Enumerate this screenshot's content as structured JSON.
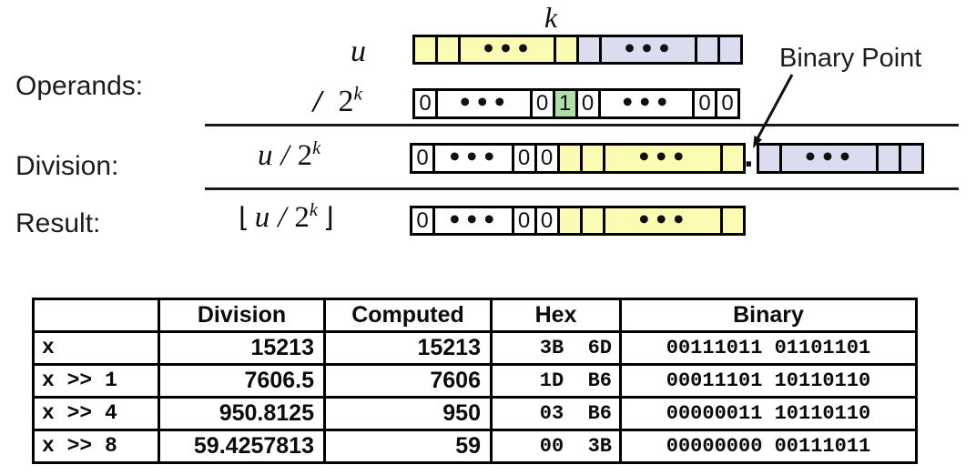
{
  "labels": {
    "operands": "Operands:",
    "division": "Division:",
    "result": "Result:"
  },
  "annotation": {
    "binary_point": "Binary Point"
  },
  "math": {
    "k": "k",
    "u": "u",
    "slash": "/",
    "base": "2",
    "exp": "k",
    "floor_l": "⌊",
    "floor_r": "⌋",
    "point": "."
  },
  "colors": {
    "yellow": "#FBFBB4",
    "lavender": "#DCDCF0",
    "green": "#AEDFA8",
    "border": "#000000"
  },
  "bit_rows": {
    "u": [
      {
        "color": "yellow",
        "text": ""
      },
      {
        "color": "yellow",
        "text": ""
      },
      {
        "color": "yellow",
        "text": "•••",
        "wide": true
      },
      {
        "color": "yellow",
        "text": ""
      },
      {
        "color": "purple",
        "text": ""
      },
      {
        "color": "purple",
        "text": "•••",
        "wide": true
      },
      {
        "color": "purple",
        "text": ""
      },
      {
        "color": "purple",
        "text": ""
      }
    ],
    "pow2k": [
      {
        "color": "white",
        "text": "0"
      },
      {
        "color": "white",
        "text": "•••",
        "wide": true
      },
      {
        "color": "white",
        "text": "0"
      },
      {
        "color": "green",
        "text": "1"
      },
      {
        "color": "white",
        "text": "0"
      },
      {
        "color": "white",
        "text": "•••",
        "wide": true
      },
      {
        "color": "white",
        "text": "0"
      },
      {
        "color": "white",
        "text": "0"
      }
    ],
    "quotient_int": [
      {
        "color": "white",
        "text": "0"
      },
      {
        "color": "white",
        "text": "•••",
        "wide": true
      },
      {
        "color": "white",
        "text": "0"
      },
      {
        "color": "white",
        "text": "0"
      },
      {
        "color": "yellow",
        "text": ""
      },
      {
        "color": "yellow",
        "text": ""
      },
      {
        "color": "yellow",
        "text": "•••",
        "wide": true
      },
      {
        "color": "yellow",
        "text": ""
      }
    ],
    "quotient_frac": [
      {
        "color": "purple",
        "text": ""
      },
      {
        "color": "purple",
        "text": "•••",
        "wide": true
      },
      {
        "color": "purple",
        "text": ""
      },
      {
        "color": "purple",
        "text": ""
      }
    ],
    "result": [
      {
        "color": "white",
        "text": "0"
      },
      {
        "color": "white",
        "text": "•••",
        "wide": true
      },
      {
        "color": "white",
        "text": "0"
      },
      {
        "color": "white",
        "text": "0"
      },
      {
        "color": "yellow",
        "text": ""
      },
      {
        "color": "yellow",
        "text": ""
      },
      {
        "color": "yellow",
        "text": "•••",
        "wide": true
      },
      {
        "color": "yellow",
        "text": ""
      }
    ]
  },
  "table": {
    "headers": [
      "",
      "Division",
      "Computed",
      "Hex",
      "Binary"
    ],
    "rows": [
      {
        "expr": "x",
        "division": "15213",
        "computed": "15213",
        "hex": "3B  6D",
        "binary": "00111011 01101101"
      },
      {
        "expr": "x >> 1",
        "division": "7606.5",
        "computed": "7606",
        "hex": "1D  B6",
        "binary": "00011101 10110110"
      },
      {
        "expr": "x >> 4",
        "division": "950.8125",
        "computed": "950",
        "hex": "03  B6",
        "binary": "00000011 10110110"
      },
      {
        "expr": "x >> 8",
        "division": "59.4257813",
        "computed": "59",
        "hex": "00  3B",
        "binary": "00000000 00111011"
      }
    ]
  }
}
